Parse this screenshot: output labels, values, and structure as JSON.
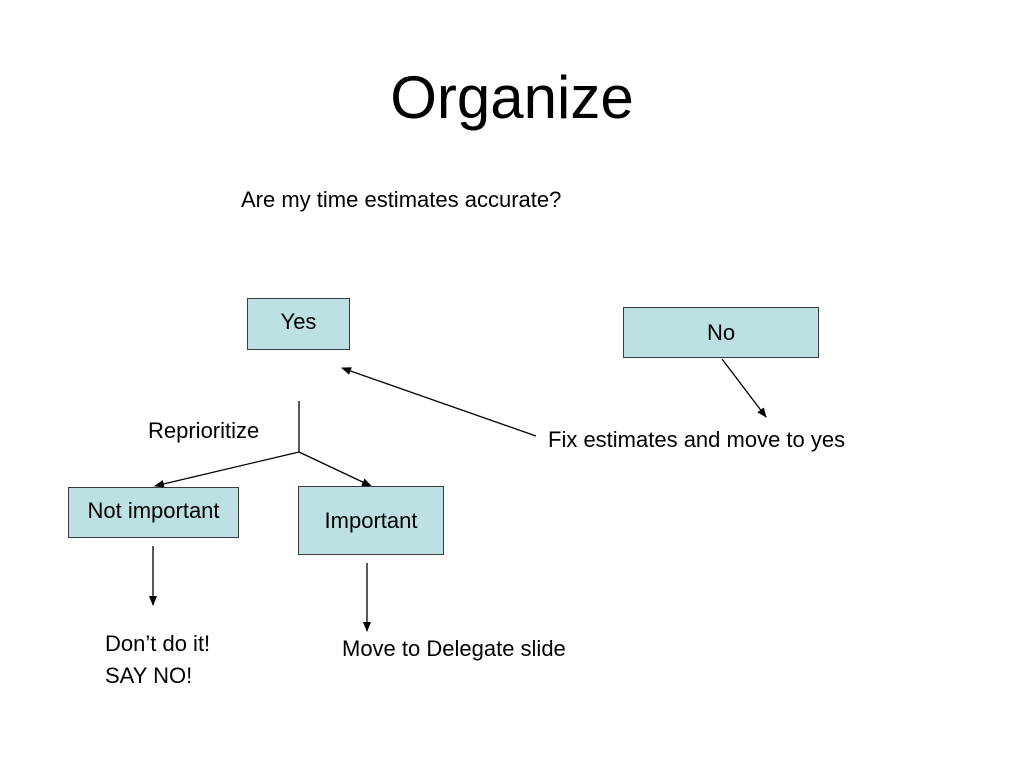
{
  "slide": {
    "title": "Organize",
    "question": "Are my time estimates  accurate?",
    "nodes": {
      "yes": "Yes",
      "no": "No",
      "not_important": "Not important",
      "important": "Important"
    },
    "labels": {
      "reprioritize": "Reprioritize",
      "fix_estimates": "Fix estimates and move to yes",
      "dont_do_it_line1": "Don’t do it!",
      "dont_do_it_line2": "SAY NO!",
      "move_to_delegate": "Move to Delegate slide"
    },
    "colors": {
      "box_fill": "#bce0e3",
      "box_border": "#3a3a3a",
      "line": "#000000"
    }
  }
}
